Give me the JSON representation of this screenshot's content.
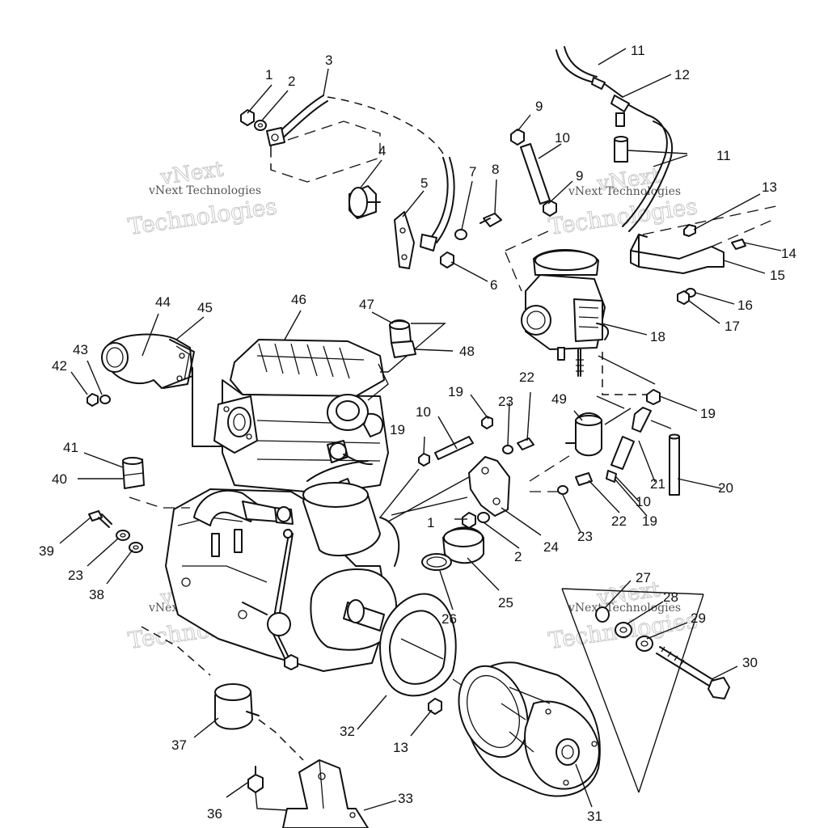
{
  "watermark": {
    "small": "vNext Technologies",
    "line1": "vNext",
    "line2": "Technologies"
  },
  "callouts": [
    "1",
    "2",
    "3",
    "4",
    "5",
    "6",
    "7",
    "8",
    "9",
    "10",
    "11",
    "12",
    "13",
    "14",
    "15",
    "16",
    "17",
    "18",
    "19",
    "20",
    "21",
    "22",
    "23",
    "24",
    "25",
    "26",
    "27",
    "28",
    "29",
    "30",
    "31",
    "32",
    "33",
    "36",
    "37",
    "38",
    "39",
    "40",
    "41",
    "42",
    "43",
    "44",
    "45",
    "46",
    "47",
    "48",
    "49"
  ],
  "labels": {
    "c1a": "1",
    "c2a": "2",
    "c3": "3",
    "c4": "4",
    "c5": "5",
    "c6": "6",
    "c7": "7",
    "c8": "8",
    "c9a": "9",
    "c9b": "9",
    "c10a": "10",
    "c10b": "10",
    "c10c": "10",
    "c11a": "11",
    "c11b": "11",
    "c12": "12",
    "c13a": "13",
    "c13b": "13",
    "c14": "14",
    "c15": "15",
    "c16": "16",
    "c17": "17",
    "c18": "18",
    "c19a": "19",
    "c19b": "19",
    "c19c": "19",
    "c19d": "19",
    "c20": "20",
    "c21": "21",
    "c22a": "22",
    "c22b": "22",
    "c23a": "23",
    "c23b": "23",
    "c23c": "23",
    "c24": "24",
    "c25": "25",
    "c26": "26",
    "c27": "27",
    "c28": "28",
    "c29": "29",
    "c30": "30",
    "c31": "31",
    "c32": "32",
    "c33": "33",
    "c36": "36",
    "c37": "37",
    "c38": "38",
    "c39": "39",
    "c40": "40",
    "c41": "41",
    "c42": "42",
    "c43": "43",
    "c44": "44",
    "c45": "45",
    "c46": "46",
    "c47": "47",
    "c48": "48",
    "c49": "49",
    "c1b": "1",
    "c2b": "2"
  }
}
